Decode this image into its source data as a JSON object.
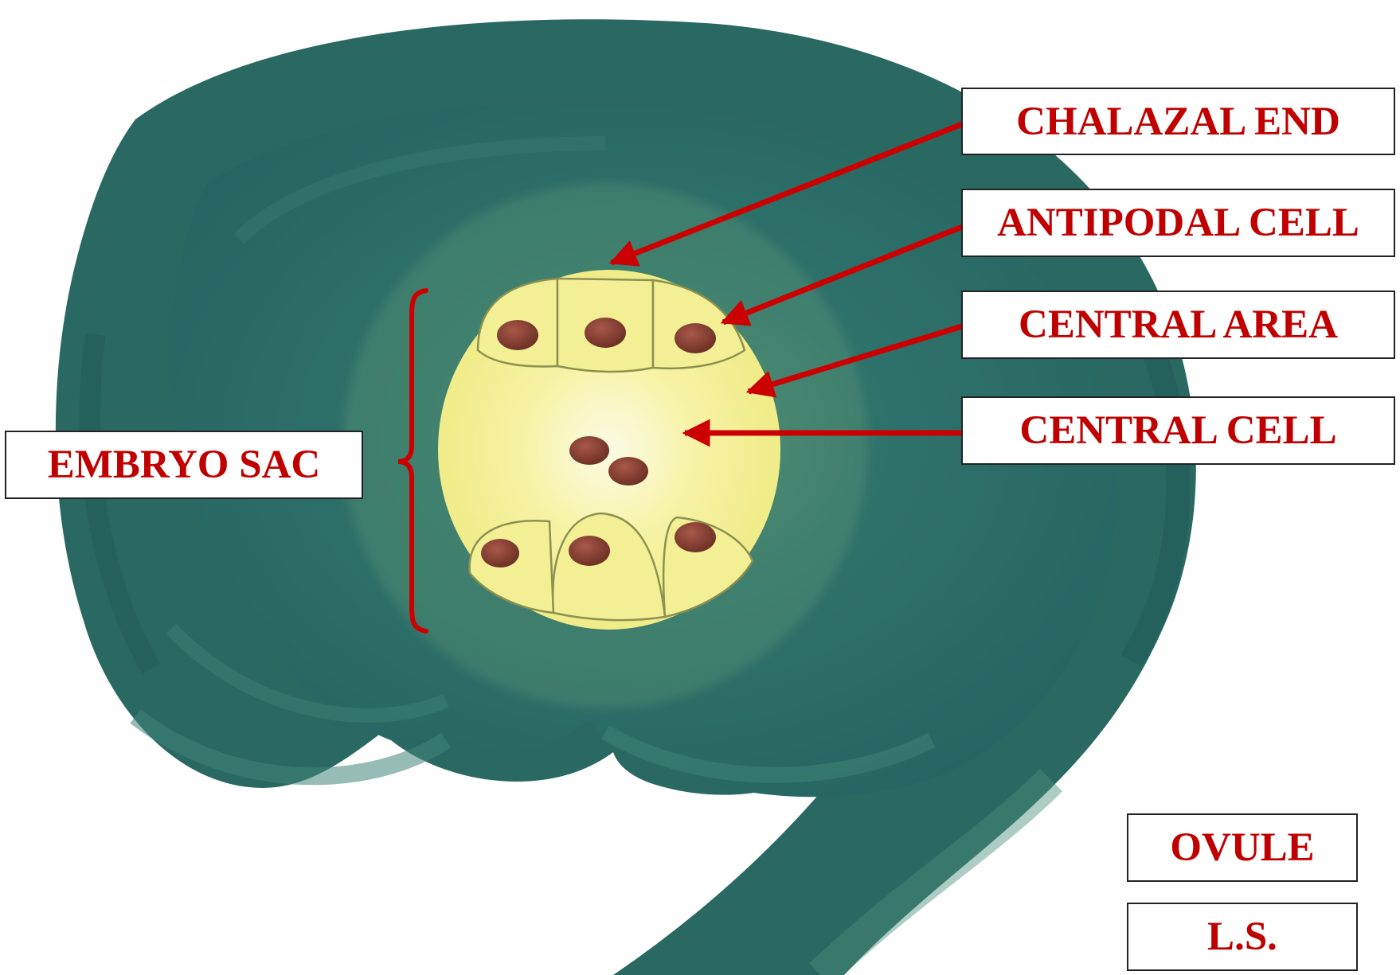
{
  "labels": {
    "chalazal_end": "CHALAZAL END",
    "antipodal_cell": "ANTIPODAL CELL",
    "central_area": "CENTRAL AREA",
    "central_cell": "CENTRAL CELL",
    "embryo_sac": "EMBRYO SAC",
    "ovule": "OVULE",
    "ls": "L.S."
  },
  "colors": {
    "label_text": "#c00000",
    "arrow": "#cc0000",
    "ovule_tissue": "#2f6e68",
    "embryo_sac": "#f6f19a",
    "nucleus": "#7a3828",
    "background": "#ffffff"
  }
}
